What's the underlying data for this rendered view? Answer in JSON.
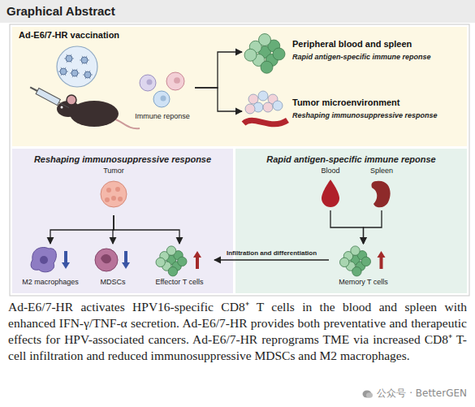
{
  "diagram": {
    "title": "Graphical Abstract",
    "caption": "Ad-E6/7-HR activates HPV16-specific CD8⁺ T cells in the blood and spleen with enhanced IFN-γ/TNF-α secretion. Ad-E6/7-HR provides both preventative and therapeutic effects for HPV-associated cancers. Ad-E6/7-HR reprograms TME via increased CD8⁺ T-cell infiltration and reduced immunosuppressive MDSCs and M2 macrophages.",
    "nodes": [
      {
        "text": [
          "Ad-E6/7-HR vaccination"
        ]
      },
      {
        "text": [
          "Immune reponse"
        ],
        "in": 0
      },
      {
        "text": [
          "Peripheral blood and spleen",
          "Rapid antigen-specific immune reponse"
        ],
        "in": 0
      },
      {
        "text": [
          "Tumor microenvironment",
          "Reshaping immunosuppressive response"
        ],
        "in": 0
      },
      {
        "text": [
          "Reshaping immunosuppressive response"
        ]
      },
      {
        "text": [
          "Tumor"
        ],
        "in": 4
      },
      {
        "text": [
          "M2 macrophages"
        ],
        "in": 4
      },
      {
        "text": [
          "MDSCs"
        ],
        "in": 4
      },
      {
        "text": [
          "Effector T cells"
        ],
        "in": 4
      },
      {
        "text": [
          "Rapid antigen-specific immune reponse"
        ]
      },
      {
        "text": [
          "Blood"
        ],
        "in": 9
      },
      {
        "text": [
          "Spleen"
        ],
        "in": 9
      },
      {
        "text": [
          "Memory T cells"
        ],
        "in": 9
      }
    ],
    "edges": [
      {
        "from": 1,
        "to": 2,
        "arrow": "to"
      },
      {
        "from": 1,
        "to": 3,
        "arrow": "to"
      },
      {
        "from": 5,
        "to": 6,
        "arrow": "to"
      },
      {
        "from": 5,
        "to": 7,
        "arrow": "to"
      },
      {
        "from": 5,
        "to": 8,
        "arrow": "to"
      },
      {
        "from": 10,
        "to": 12,
        "arrow": "to"
      },
      {
        "from": 11,
        "to": 12,
        "arrow": "to"
      },
      {
        "from": 12,
        "to": 8,
        "label": "Infiltration and differentiation",
        "arrow": "to"
      }
    ],
    "labels": [
      "公众号 · BetterGEN"
    ]
  }
}
